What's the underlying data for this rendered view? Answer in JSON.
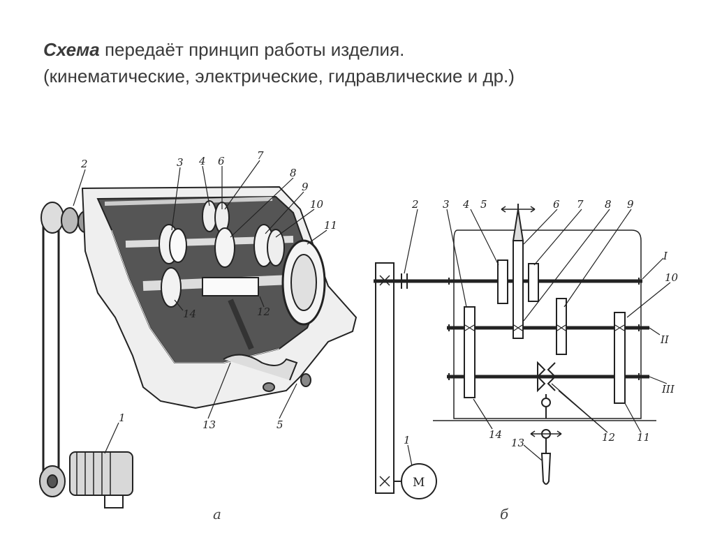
{
  "title": {
    "term": "Схема",
    "rest": " передаёт принцип работы изделия.",
    "line2": "(кинематические, электрические, гидравлические и др.)"
  },
  "figure_a": {
    "caption": "а",
    "labels": [
      "1",
      "2",
      "3",
      "4",
      "6",
      "7",
      "8",
      "9",
      "10",
      "11",
      "12",
      "13",
      "14",
      "5"
    ]
  },
  "figure_b": {
    "caption": "б",
    "labels": [
      "1",
      "2",
      "3",
      "4",
      "5",
      "6",
      "7",
      "8",
      "9",
      "10",
      "11",
      "12",
      "13",
      "14"
    ],
    "shaft_labels": [
      "I",
      "II",
      "III"
    ],
    "motor_label": "М"
  }
}
